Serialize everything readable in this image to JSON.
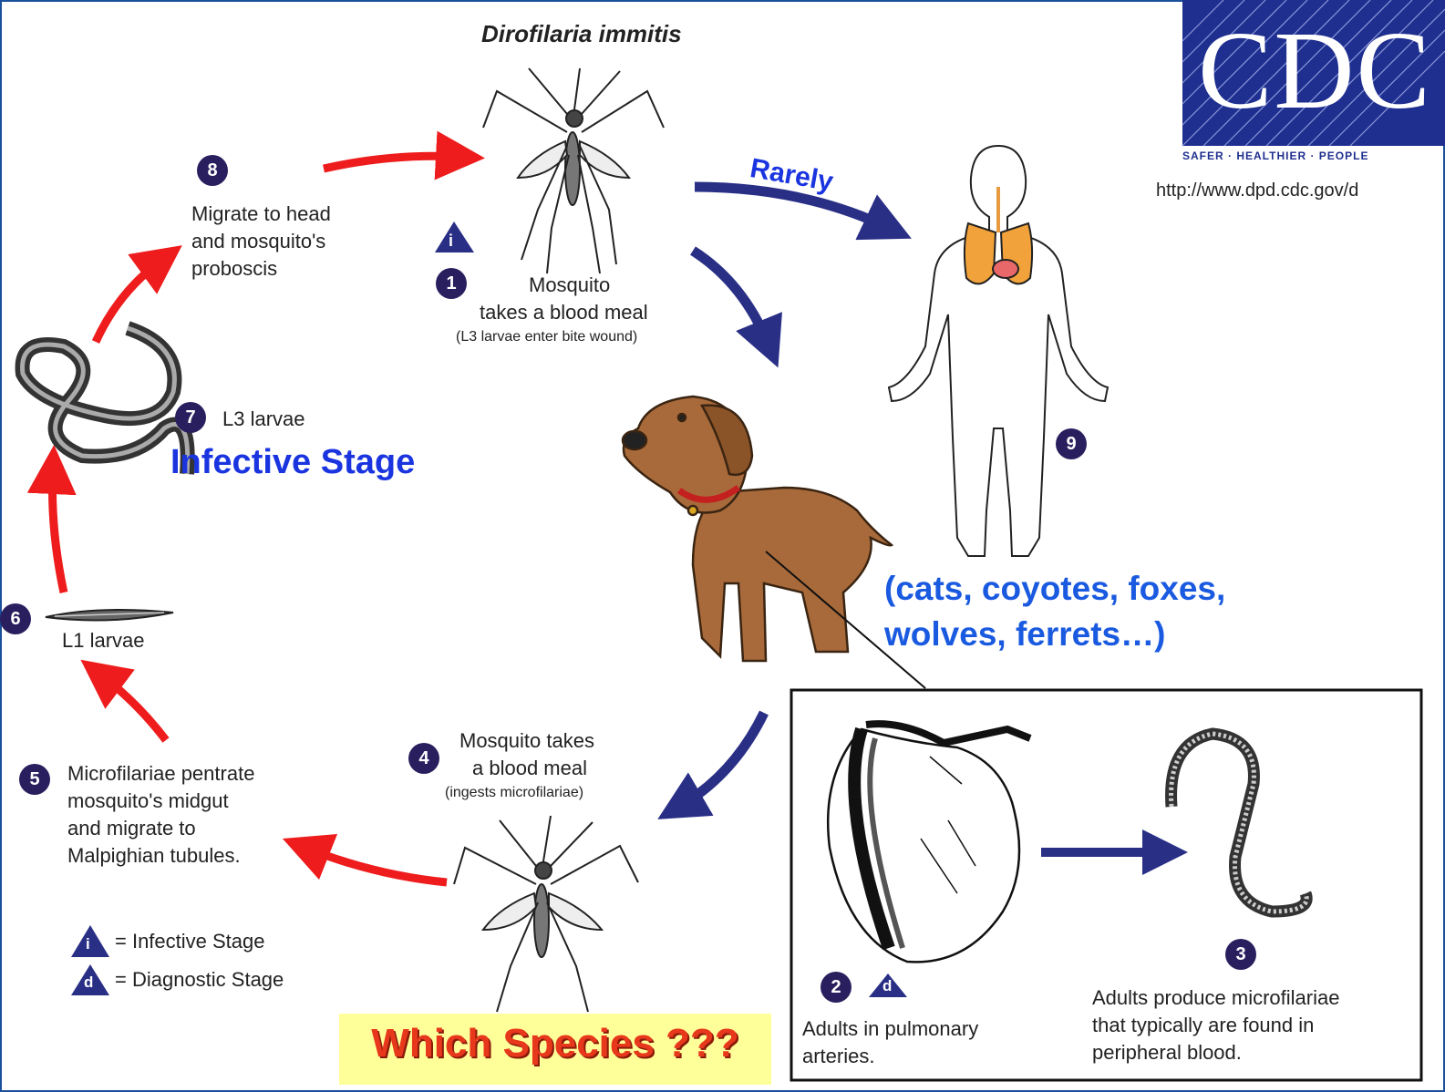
{
  "title": "Dirofilaria immitis",
  "cdc": {
    "logo_text": "CDC",
    "tagline": "SAFER · HEALTHIER · PEOPLE",
    "url": "http://www.dpd.cdc.gov/d"
  },
  "steps": {
    "s1": {
      "num": "1",
      "line1": "Mosquito",
      "line2": "takes a blood meal",
      "line3": "(L3 larvae enter bite wound)"
    },
    "s2": {
      "num": "2",
      "line1": "Adults in pulmonary",
      "line2": "arteries."
    },
    "s3": {
      "num": "3",
      "line1": "Adults produce microfilariae",
      "line2": "that typically are found in",
      "line3": "peripheral blood."
    },
    "s4": {
      "num": "4",
      "line1": "Mosquito takes",
      "line2": "a blood meal",
      "line3": "(ingests microfilariae)"
    },
    "s5": {
      "num": "5",
      "line1": "Microfilariae pentrate",
      "line2": "mosquito's midgut",
      "line3": "and migrate to",
      "line4": "Malpighian tubules."
    },
    "s6": {
      "num": "6",
      "label": "L1 larvae"
    },
    "s7": {
      "num": "7",
      "label": "L3 larvae"
    },
    "s8": {
      "num": "8",
      "line1": "Migrate to head",
      "line2": "and mosquito's",
      "line3": "proboscis"
    },
    "s9": {
      "num": "9"
    }
  },
  "stage_symbols": {
    "infective": "i",
    "diagnostic": "d"
  },
  "legend": {
    "infective": "= Infective Stage",
    "diagnostic": "= Diagnostic Stage"
  },
  "overlays": {
    "rarely": "Rarely",
    "infective_stage": "Infective Stage",
    "hosts_line1": "(cats, coyotes, foxes,",
    "hosts_line2": "wolves, ferrets…)",
    "question": "Which Species ???"
  },
  "colors": {
    "red_arrow": "#ee1c1c",
    "navy_arrow": "#2a2f86",
    "number_circle": "#2a1f5e",
    "overlay_blue": "#1a35e0",
    "hosts_blue": "#1a5ae0",
    "question_bg": "#ffff99",
    "question_text": "#e8381c",
    "cdc_blue": "#1f2f8f",
    "dog_brown": "#a86a3a"
  }
}
